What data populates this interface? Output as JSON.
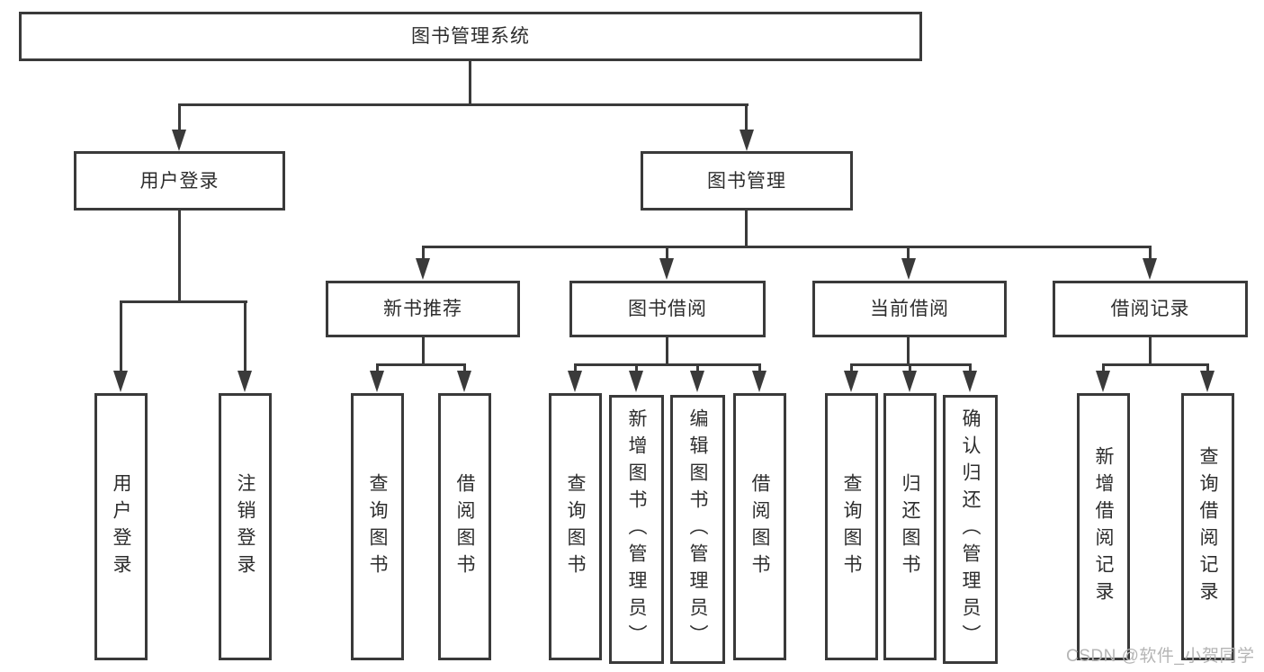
{
  "diagram": {
    "title": "图书管理系统",
    "nodes": {
      "root": "图书管理系统",
      "user_login": "用户登录",
      "book_mgmt": "图书管理",
      "ul_children": [
        "用户登录",
        "注销登录"
      ],
      "l3": [
        "新书推荐",
        "图书借阅",
        "当前借阅",
        "借阅记录"
      ],
      "new_book_children": [
        "查询图书",
        "借阅图书"
      ],
      "borrow_children": [
        "查询图书",
        "新增图书（管理员）",
        "编辑图书（管理员）",
        "借阅图书"
      ],
      "current_children": [
        "查询图书",
        "归还图书",
        "确认归还（管理员）"
      ],
      "record_children": [
        "新增借阅记录",
        "查询借阅记录"
      ]
    }
  },
  "watermark": "CSDN @软件_小贺同学",
  "colors": {
    "line": "#3a3a3a",
    "text": "#2d2d2d",
    "watermark": "#b5b5b5",
    "background": "#ffffff"
  }
}
